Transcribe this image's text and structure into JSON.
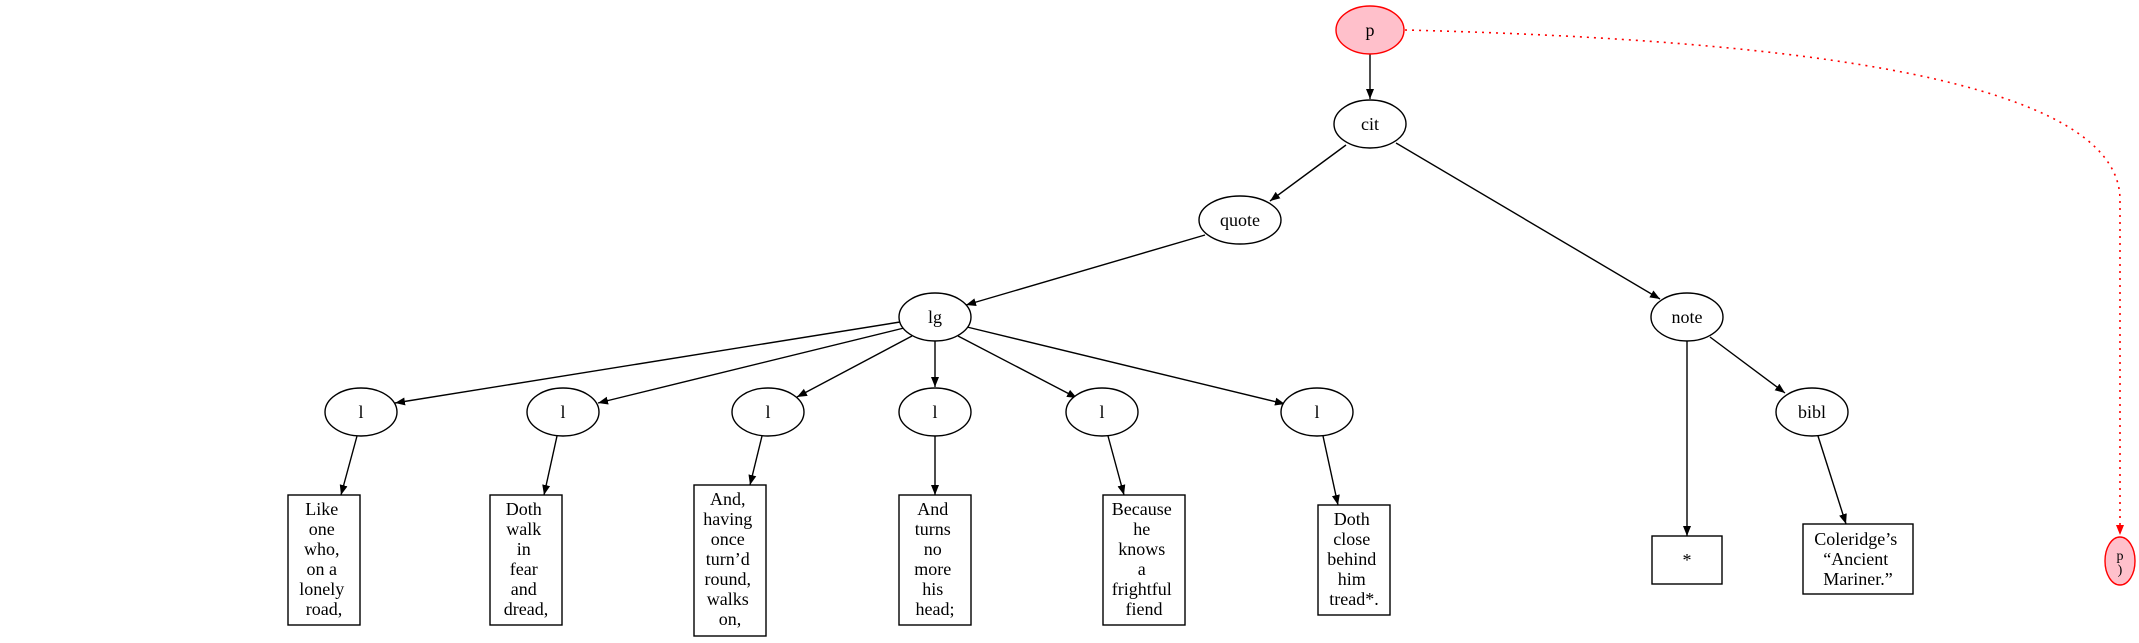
{
  "colors": {
    "highlight_fill": "#ffc0cb",
    "highlight_stroke": "#ff0000",
    "default_stroke": "#000000"
  },
  "nodes": {
    "p_root": "p",
    "cit": "cit",
    "quote": "quote",
    "lg": "lg",
    "note": "note",
    "l1": "l",
    "l2": "l",
    "l3": "l",
    "l4": "l",
    "l5": "l",
    "l6": "l",
    "bibl": "bibl",
    "p_next": [
      "p",
      ")"
    ]
  },
  "texts": {
    "t1": [
      "Like",
      "one",
      "who,",
      "on a",
      "lonely",
      "road,"
    ],
    "t2": [
      "Doth",
      "walk",
      "in",
      "fear",
      "and",
      "dread,"
    ],
    "t3": [
      "And,",
      "having",
      "once",
      "turn’d",
      "round,",
      "walks",
      "on,"
    ],
    "t4": [
      "And",
      "turns",
      "no",
      "more",
      "his",
      "head;"
    ],
    "t5": [
      "Because",
      "he",
      "knows",
      "a",
      "frightful",
      "fiend"
    ],
    "t6": [
      "Doth",
      "close",
      "behind",
      "him",
      "tread*."
    ],
    "t7": [
      "*"
    ],
    "t8": [
      "Coleridge’s",
      "“Ancient",
      "Mariner.”"
    ]
  }
}
